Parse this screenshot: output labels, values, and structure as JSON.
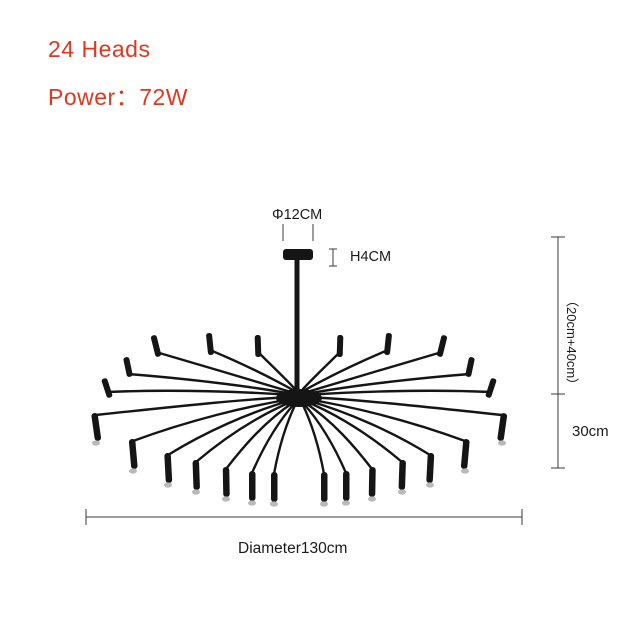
{
  "product": {
    "heads_label": "24 Heads",
    "power_label": "Power：72W",
    "accent_color": "#e8341c"
  },
  "dimensions": {
    "canopy_diameter": "Φ12CM",
    "canopy_height": "H4CM",
    "drop_length": "（20cm+40cm）",
    "fixture_height": "30cm",
    "diameter": "Diameter130cm"
  },
  "figure": {
    "fixture_color": "#151515",
    "line_color": "#1a1a1a",
    "dimension_line_color": "#3a3a3a",
    "arm_count": 24,
    "description": "black sputnik-style chandelier with round ceiling canopy, vertical stem, radial curved arms and downward rod lamps"
  }
}
